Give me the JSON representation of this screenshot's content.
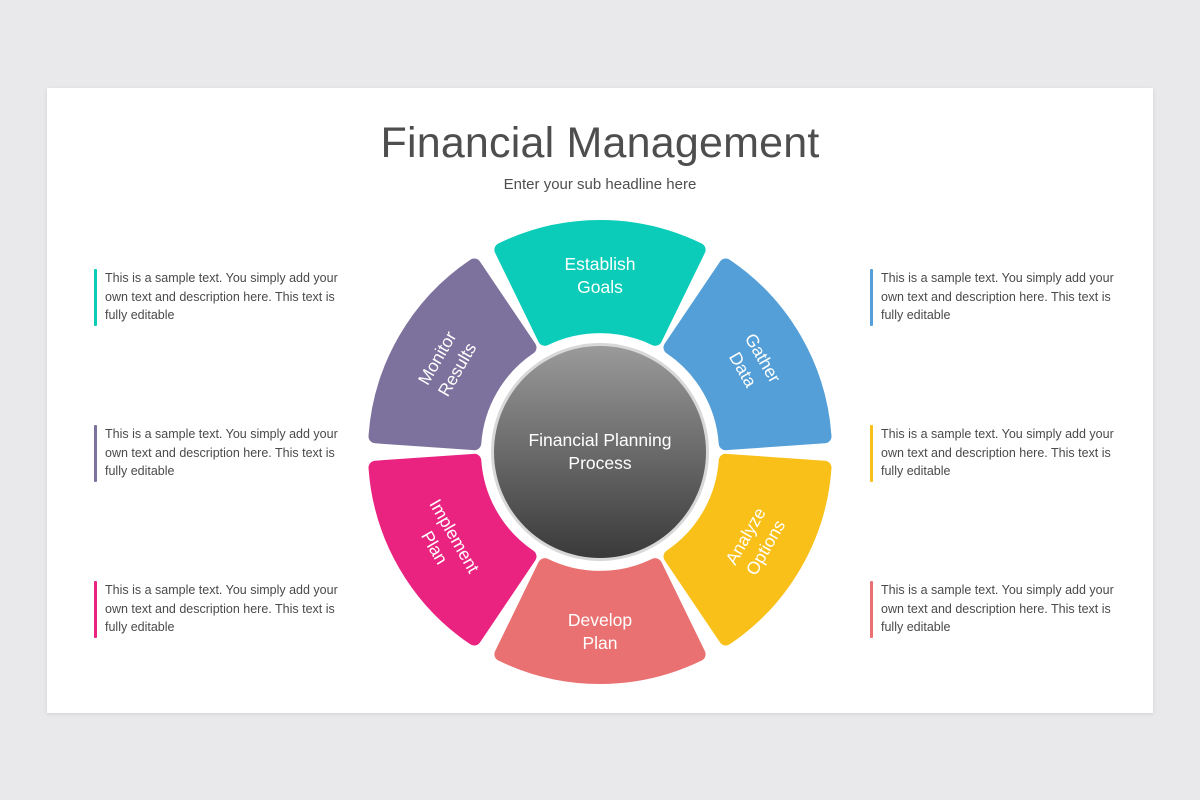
{
  "slide": {
    "title": "Financial Management",
    "subtitle": "Enter your sub headline here"
  },
  "center": {
    "line1": "Financial Planning",
    "line2": "Process"
  },
  "segments": [
    {
      "line1": "Establish",
      "line2": "Goals",
      "color": "#0bccb8"
    },
    {
      "line1": "Gather",
      "line2": "Data",
      "color": "#549fd7"
    },
    {
      "line1": "Analyze",
      "line2": "Options",
      "color": "#f9c01a"
    },
    {
      "line1": "Develop",
      "line2": "Plan",
      "color": "#ea7171"
    },
    {
      "line1": "Implement",
      "line2": "Plan",
      "color": "#e9237f"
    },
    {
      "line1": "Monitor",
      "line2": "Results",
      "color": "#7d729d"
    }
  ],
  "notes": [
    {
      "text": "This is a sample text. You simply add your own text and description here. This text is fully editable",
      "color": "#0bccb8"
    },
    {
      "text": "This is a sample text. You simply add your own text and description here. This text is fully editable",
      "color": "#7d729d"
    },
    {
      "text": "This is a sample text. You simply add your own text and description here. This text is fully editable",
      "color": "#e9237f"
    },
    {
      "text": "This is a sample text. You simply add your own text and description here. This text is fully editable",
      "color": "#549fd7"
    },
    {
      "text": "This is a sample text. You simply add your own text and description here. This text is fully editable",
      "color": "#f9c01a"
    },
    {
      "text": "This is a sample text. You simply add your own text and description here. This text is fully editable",
      "color": "#ea7171"
    }
  ]
}
